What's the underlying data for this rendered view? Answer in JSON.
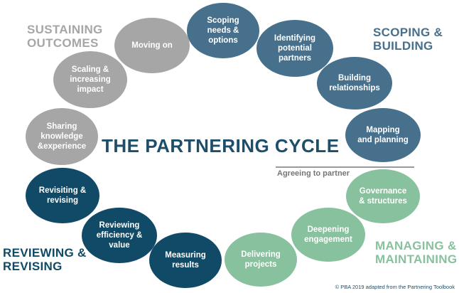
{
  "diagram": {
    "title": "THE PARTNERING CYCLE",
    "agreeing_label": "Agreeing to partner",
    "credit": "© PBA 2019 adapted from the Partnering Toolbook",
    "colors": {
      "scoping": "#47708c",
      "managing": "#88c19e",
      "reviewing": "#104a66",
      "sustaining": "#a6a6a6",
      "title": "#1d4e6a",
      "agreeing": "#757575"
    },
    "phases": {
      "sustaining": "SUSTAINING\nOUTCOMES",
      "scoping": "SCOPING &\nBUILDING",
      "managing": "MANAGING &\nMAINTAINING",
      "reviewing": "REVIEWING &\nREVISING"
    },
    "nodes": [
      {
        "id": "scoping-needs",
        "label": "Scoping\nneeds &\noptions",
        "phase": "scoping"
      },
      {
        "id": "identifying-partners",
        "label": "Identifying\npotential\npartners",
        "phase": "scoping"
      },
      {
        "id": "building-relationships",
        "label": "Building\nrelationships",
        "phase": "scoping"
      },
      {
        "id": "mapping-planning",
        "label": "Mapping\nand planning",
        "phase": "scoping"
      },
      {
        "id": "governance-structures",
        "label": "Governance\n& structures",
        "phase": "managing"
      },
      {
        "id": "deepening-engagement",
        "label": "Deepening\nengagement",
        "phase": "managing"
      },
      {
        "id": "delivering-projects",
        "label": "Delivering\nprojects",
        "phase": "managing"
      },
      {
        "id": "measuring-results",
        "label": "Measuring\nresults",
        "phase": "reviewing"
      },
      {
        "id": "reviewing-efficiency",
        "label": "Reviewing\nefficiency &\nvalue",
        "phase": "reviewing"
      },
      {
        "id": "revisiting-revising",
        "label": "Revisiting &\nrevising",
        "phase": "reviewing"
      },
      {
        "id": "sharing-knowledge",
        "label": "Sharing\nknowledge\n&experience",
        "phase": "sustaining"
      },
      {
        "id": "scaling-impact",
        "label": "Scaling &\nincreasing\nimpact",
        "phase": "sustaining"
      },
      {
        "id": "moving-on",
        "label": "Moving on",
        "phase": "sustaining"
      }
    ]
  }
}
